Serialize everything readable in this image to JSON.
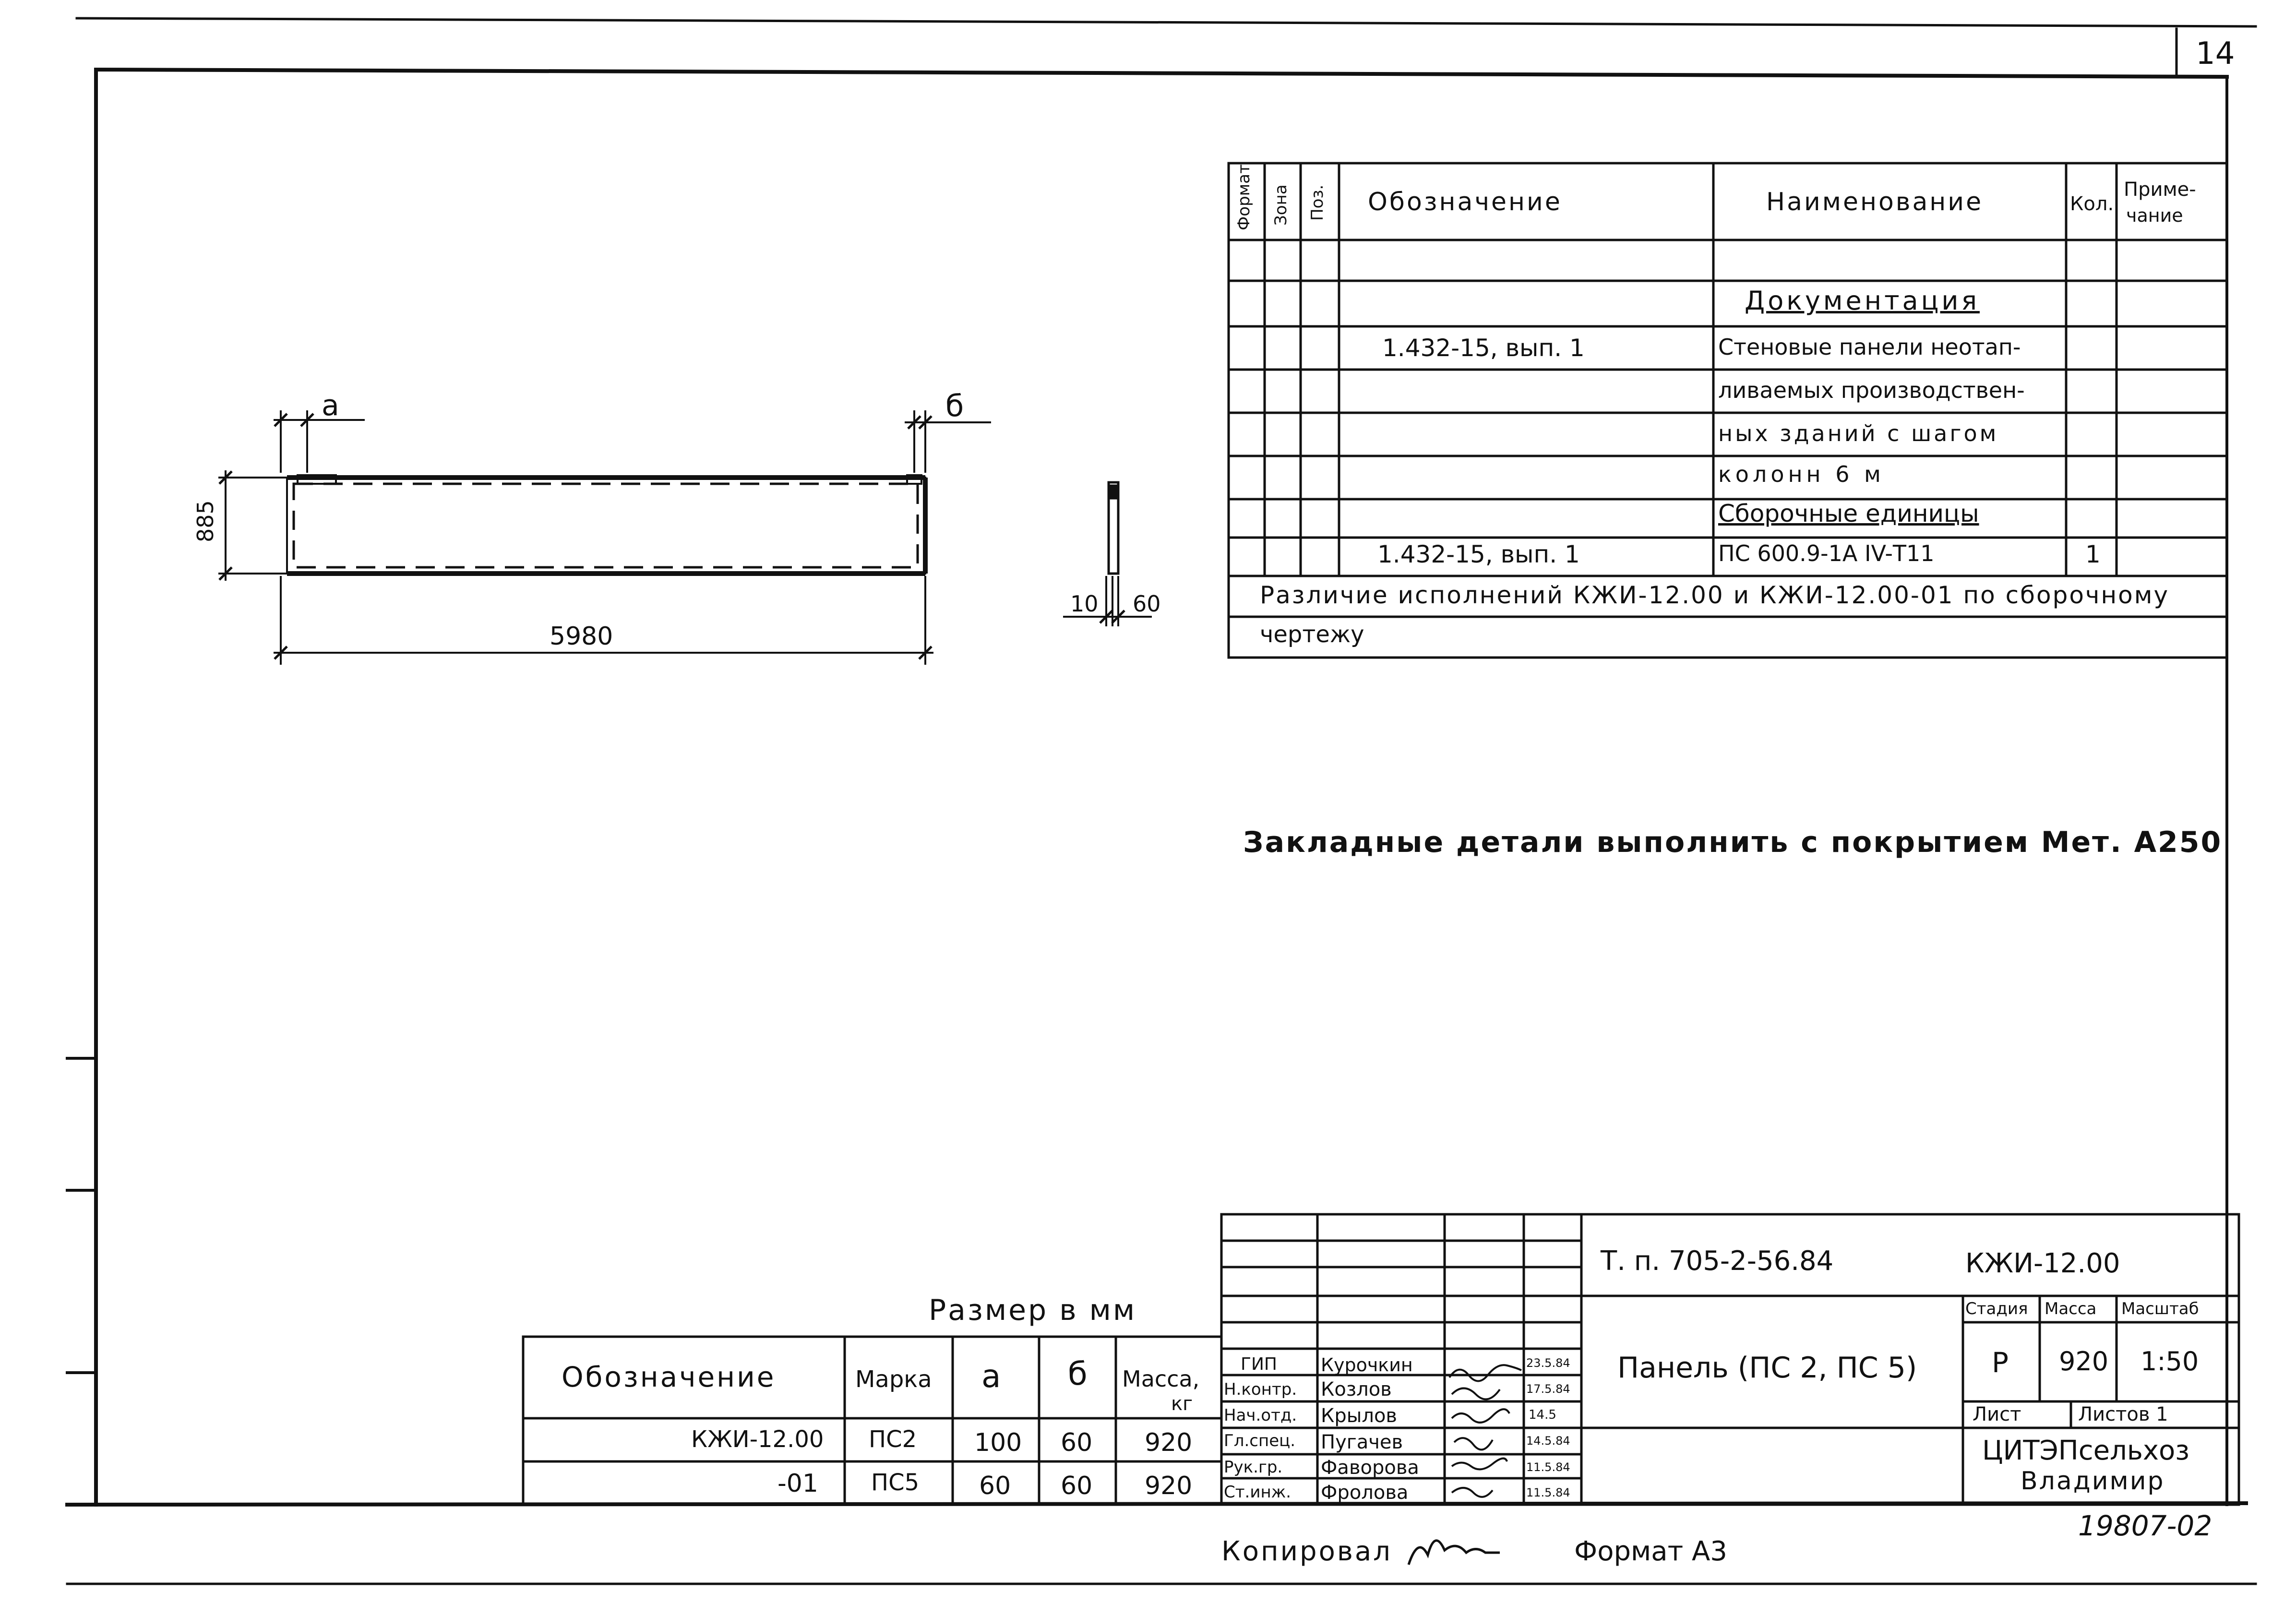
{
  "sheet_number": "14",
  "spec_table": {
    "headers": {
      "format": "Формат",
      "zone": "Зона",
      "pos": "Поз.",
      "designation": "Обозначение",
      "name": "Наименование",
      "qty": "Кол.",
      "note_1": "Приме-",
      "note_2": "чание"
    },
    "rows": [
      {
        "designation": "",
        "name": "Документация",
        "qty": ""
      },
      {
        "designation": "1.432-15, вып. 1",
        "name": "Стеновые панели неотап-",
        "qty": ""
      },
      {
        "designation": "",
        "name": "ливаемых производствен-",
        "qty": ""
      },
      {
        "designation": "",
        "name": "ных зданий с шагом",
        "qty": ""
      },
      {
        "designation": "",
        "name": "колонн 6 м",
        "qty": ""
      },
      {
        "designation": "",
        "name": "Сборочные единицы",
        "qty": ""
      },
      {
        "designation": "1.432-15, вып. 1",
        "name": "ПС 600.9-1А IV-Т11",
        "qty": "1"
      }
    ],
    "note_line_1": "Различие исполнений КЖИ-12.00 и КЖИ-12.00-01 по сборочному",
    "note_line_2": "чертежу"
  },
  "drawing": {
    "label_a": "а",
    "label_b": "б",
    "height_dim": "885",
    "length_dim": "5980",
    "thickness_left": "10",
    "thickness_right": "60"
  },
  "embedded_parts_note": "Закладные детали выполнить с покрытием Мет. А250",
  "size_table": {
    "caption": "Размер в мм",
    "headers": {
      "designation": "Обозначение",
      "mark": "Марка",
      "a": "а",
      "b": "б",
      "mass_1": "Масса,",
      "mass_2": "кг"
    },
    "rows": [
      {
        "designation": "КЖИ-12.00",
        "mark": "ПС2",
        "a": "100",
        "b": "60",
        "mass": "920"
      },
      {
        "designation": "-01",
        "mark": "ПС5",
        "a": "60",
        "b": "60",
        "mass": "920"
      }
    ]
  },
  "title_block": {
    "project": "Т. п. 705-2-56.84",
    "code": "КЖИ-12.00",
    "title": "Панель (ПС 2, ПС 5)",
    "stage_label": "Стадия",
    "mass_label": "Масса",
    "scale_label": "Масштаб",
    "stage": "Р",
    "mass": "920",
    "scale": "1:50",
    "sheet_label": "Лист",
    "sheets_label": "Листов 1",
    "org_1": "ЦИТЭПсельхоз",
    "org_2": "Владимир",
    "staff": [
      {
        "role": "ГИП",
        "name": "Курочкин",
        "date": "23.5.84"
      },
      {
        "role": "Н.контр.",
        "name": "Козлов",
        "date": "17.5.84"
      },
      {
        "role": "Нач.отд.",
        "name": "Крылов",
        "date": "14.5"
      },
      {
        "role": "Гл.спец.",
        "name": "Пугачев",
        "date": "14.5.84"
      },
      {
        "role": "Рук.гр.",
        "name": "Фаворова",
        "date": "11.5.84"
      },
      {
        "role": "Ст.инж.",
        "name": "Фролова",
        "date": "11.5.84"
      }
    ]
  },
  "copied_by": "Копировал",
  "format": "Формат А3",
  "inventory_number": "19807-02"
}
